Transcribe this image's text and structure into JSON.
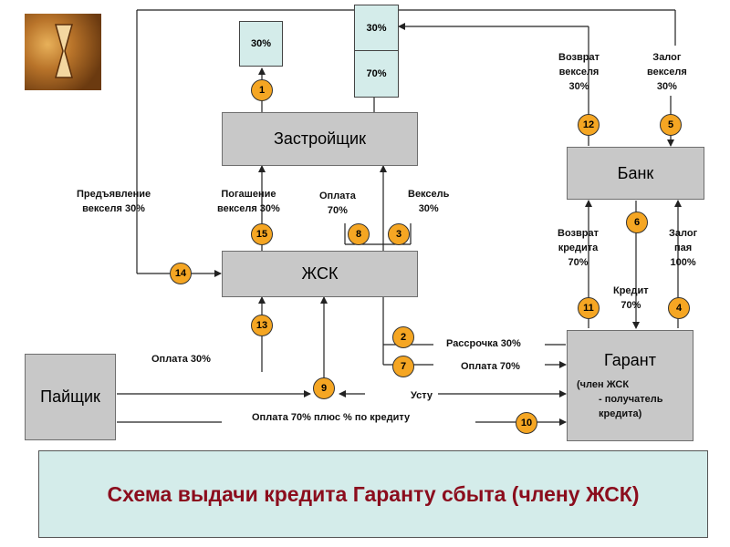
{
  "boxes": {
    "developer": "Застройщик",
    "zhsk": "ЖСК",
    "bank": "Банк",
    "shareholder": "Пайщик",
    "guarantor": "Гарант",
    "guarantor_note": [
      "(член ЖСК",
      "- получатель",
      "кредита)"
    ],
    "top_box_small": "30%",
    "top_box_upper": "30%",
    "top_box_lower": "70%"
  },
  "markers": [
    "1",
    "2",
    "3",
    "4",
    "5",
    "6",
    "7",
    "8",
    "9",
    "10",
    "11",
    "12",
    "13",
    "14",
    "15"
  ],
  "labels": {
    "return_bill": [
      "Возврат",
      "векселя",
      "30%"
    ],
    "pledge_bill": [
      "Залог",
      "векселя",
      "30%"
    ],
    "present_bill": [
      "Предъявление",
      "векселя 30%"
    ],
    "repay_bill": [
      "Погашение",
      "векселя 30%"
    ],
    "payment_70": [
      "Оплата",
      "70%"
    ],
    "bill_30": [
      "Вексель",
      "30%"
    ],
    "return_credit": [
      "Возврат",
      "кредита",
      "70%"
    ],
    "pledge_share": [
      "Залог",
      "пая",
      "100%"
    ],
    "credit_70": [
      "Кредит",
      "70%"
    ],
    "payment_30": "Оплата 30%",
    "installment_30": "Рассрочка 30%",
    "payment_70_right": "Оплата 70%",
    "assignment": "Усту",
    "payment_70_plus": "Оплата 70% плюс % по кредиту"
  },
  "title": "Схема выдачи кредита Гаранту сбыта (члену ЖСК)",
  "colors": {
    "marker": "#f5a623",
    "box": "#c8c8c8",
    "panel": "#d4ecea",
    "title": "#8b0d1d"
  }
}
